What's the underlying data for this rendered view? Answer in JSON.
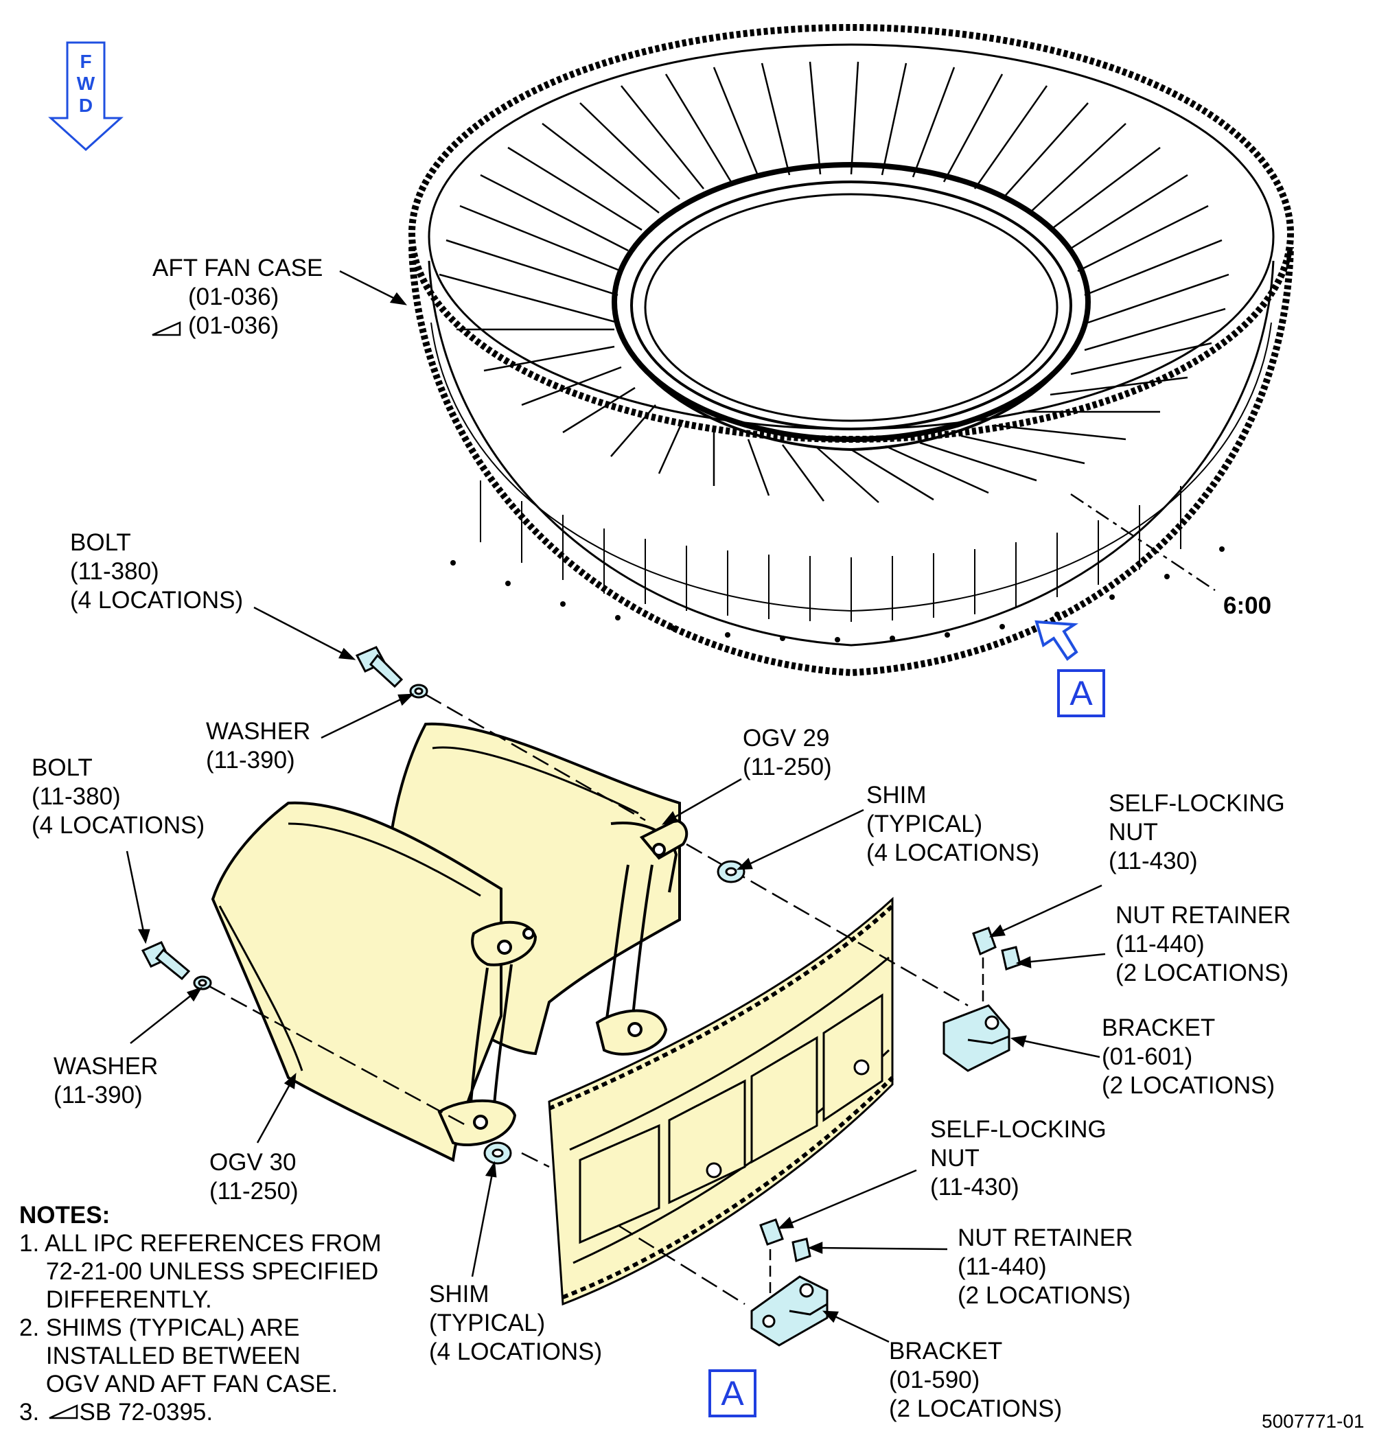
{
  "orientation": {
    "fwd_letters": [
      "F",
      "W",
      "D"
    ],
    "arrow_color": "#1f4fe0"
  },
  "labels": {
    "aft_fan_case": [
      "AFT FAN CASE",
      "(01-036)",
      "(01-036)"
    ],
    "bolt_upper": [
      "BOLT",
      "(11-380)",
      "(4 LOCATIONS)"
    ],
    "washer_upper": [
      "WASHER",
      "(11-390)"
    ],
    "ogv29": [
      "OGV 29",
      "(11-250)"
    ],
    "shim_upper": [
      "SHIM",
      "(TYPICAL)",
      "(4 LOCATIONS)"
    ],
    "nut_upper": [
      "SELF-LOCKING",
      "NUT",
      "(11-430)"
    ],
    "retainer_upper": [
      "NUT RETAINER",
      "(11-440)",
      "(2  LOCATIONS)"
    ],
    "bracket_upper": [
      "BRACKET",
      "(01-601)",
      "(2 LOCATIONS)"
    ],
    "bolt_lower": [
      "BOLT",
      "(11-380)",
      "(4 LOCATIONS)"
    ],
    "washer_lower": [
      "WASHER",
      "(11-390)"
    ],
    "ogv30": [
      "OGV 30",
      "(11-250)"
    ],
    "shim_lower": [
      "SHIM",
      "(TYPICAL)",
      "(4 LOCATIONS)"
    ],
    "nut_lower": [
      "SELF-LOCKING",
      "NUT",
      "(11-430)"
    ],
    "retainer_lower": [
      "NUT RETAINER",
      "(11-440)",
      "(2  LOCATIONS)"
    ],
    "bracket_lower": [
      "BRACKET",
      "(01-590)",
      "(2 LOCATIONS)"
    ],
    "clock_position": "6:00"
  },
  "view_markers": {
    "view_a_upper": "A",
    "view_a_lower": "A",
    "marker_color": "#1f3fe0"
  },
  "notes": {
    "title": "NOTES:",
    "items": [
      "1. ALL IPC REFERENCES FROM",
      "    72-21-00 UNLESS SPECIFIED",
      "    DIFFERENTLY.",
      "2. SHIMS (TYPICAL) ARE",
      "    INSTALLED BETWEEN",
      "    OGV AND AFT FAN CASE.",
      "3.      SB 72-0395."
    ]
  },
  "document_number": "5007771-01",
  "colors": {
    "highlight_yellow": "#fbf6c4",
    "highlight_blue": "#cdeff3",
    "line": "#000000"
  }
}
